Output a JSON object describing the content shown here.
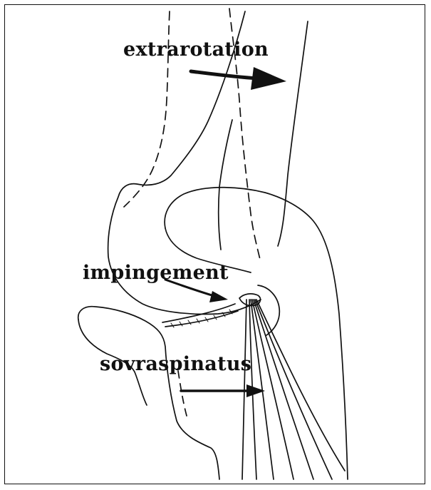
{
  "labels": {
    "extrarotation": "extrarotation",
    "impingement": "impingement",
    "sovraspinatus": "sovraspinatus"
  },
  "colors": {
    "ink": "#111111",
    "background": "#ffffff"
  }
}
